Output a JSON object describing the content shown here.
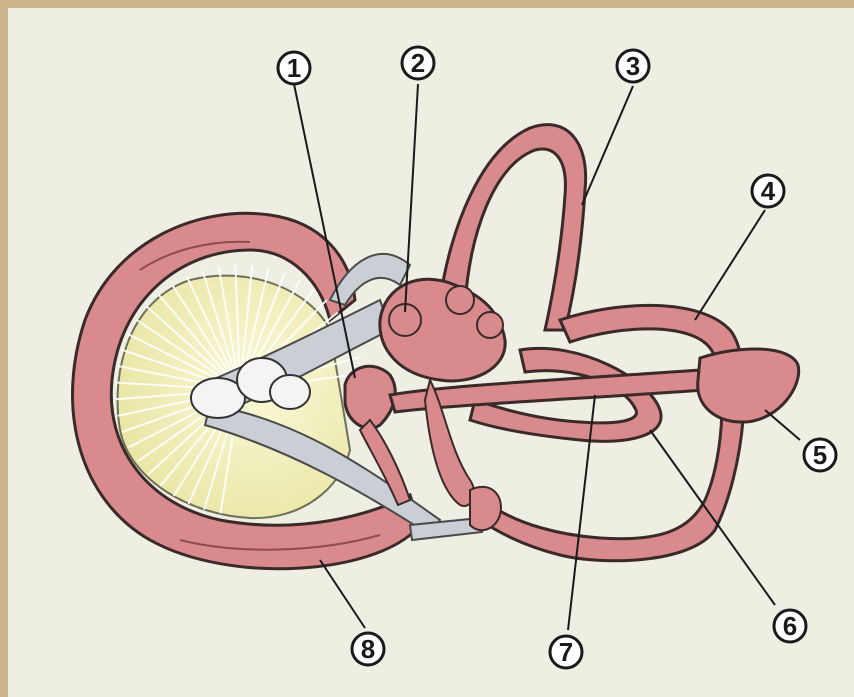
{
  "diagram": {
    "labels": [
      {
        "id": "1",
        "text": "1"
      },
      {
        "id": "2",
        "text": "2"
      },
      {
        "id": "3",
        "text": "3"
      },
      {
        "id": "4",
        "text": "4"
      },
      {
        "id": "5",
        "text": "5"
      },
      {
        "id": "6",
        "text": "6"
      },
      {
        "id": "7",
        "text": "7"
      },
      {
        "id": "8",
        "text": "8"
      }
    ],
    "colors": {
      "background": "#eeeee2",
      "border": "#cdb58e",
      "tissue": "#d98a8c",
      "tissue_dark": "#c06a6e",
      "outline": "#3a2a2a",
      "nerve": "#c9cfd4",
      "ganglion": "#f4f4f4",
      "fibers": "#f3f0b8"
    }
  }
}
